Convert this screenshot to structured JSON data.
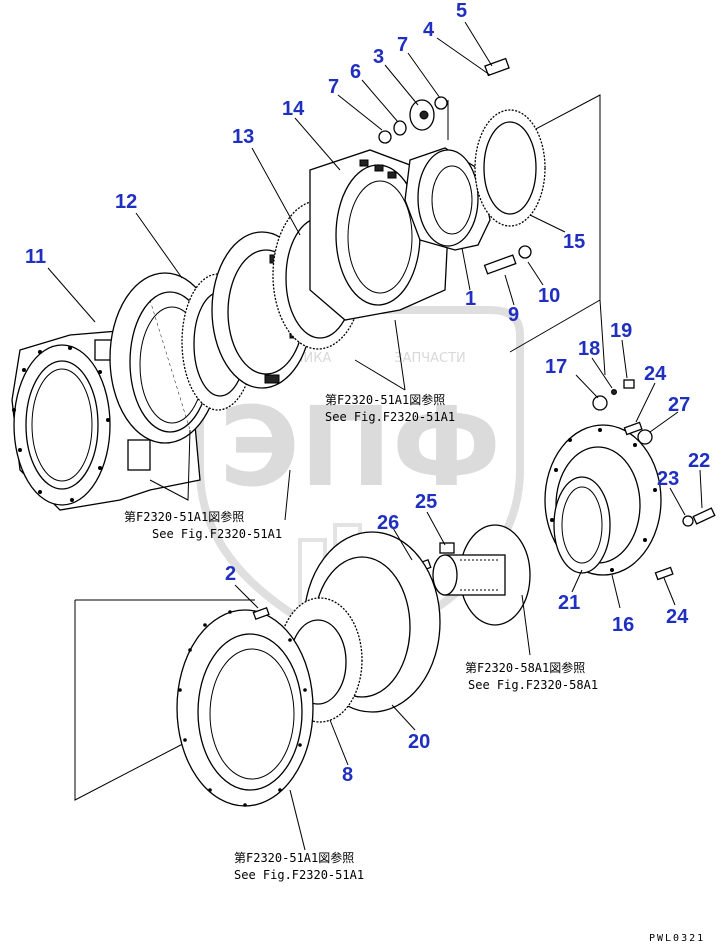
{
  "watermark": {
    "letters": "ЭПФ",
    "left": "ТЕХНИКА",
    "right": "ЗАПЧАСТИ"
  },
  "callouts": [
    {
      "id": "c5",
      "label": "5"
    },
    {
      "id": "c4",
      "label": "4"
    },
    {
      "id": "c7a",
      "label": "7"
    },
    {
      "id": "c3",
      "label": "3"
    },
    {
      "id": "c6",
      "label": "6"
    },
    {
      "id": "c7b",
      "label": "7"
    },
    {
      "id": "c14",
      "label": "14"
    },
    {
      "id": "c13",
      "label": "13"
    },
    {
      "id": "c12",
      "label": "12"
    },
    {
      "id": "c11",
      "label": "11"
    },
    {
      "id": "c15",
      "label": "15"
    },
    {
      "id": "c10",
      "label": "10"
    },
    {
      "id": "c1",
      "label": "1"
    },
    {
      "id": "c9",
      "label": "9"
    },
    {
      "id": "c19",
      "label": "19"
    },
    {
      "id": "c18",
      "label": "18"
    },
    {
      "id": "c17",
      "label": "17"
    },
    {
      "id": "c24a",
      "label": "24"
    },
    {
      "id": "c27",
      "label": "27"
    },
    {
      "id": "c22",
      "label": "22"
    },
    {
      "id": "c23",
      "label": "23"
    },
    {
      "id": "c25",
      "label": "25"
    },
    {
      "id": "c26",
      "label": "26"
    },
    {
      "id": "c2",
      "label": "2"
    },
    {
      "id": "c21",
      "label": "21"
    },
    {
      "id": "c16",
      "label": "16"
    },
    {
      "id": "c24b",
      "label": "24"
    },
    {
      "id": "c20",
      "label": "20"
    },
    {
      "id": "c8",
      "label": "8"
    }
  ],
  "references": [
    {
      "id": "r1",
      "jp": "第F2320-51A1図参照",
      "en": "See Fig.F2320-51A1"
    },
    {
      "id": "r2",
      "jp": "第F2320-51A1図参照",
      "en": "See Fig.F2320-51A1"
    },
    {
      "id": "r3",
      "jp": "第F2320-58A1図参照",
      "en": "See Fig.F2320-58A1"
    },
    {
      "id": "r4",
      "jp": "第F2320-51A1図参照",
      "en": "See Fig.F2320-51A1"
    }
  ],
  "drawing_code": "PWL0321",
  "colors": {
    "callout": "#1f2fbf",
    "line": "#000000",
    "watermark": "#d8d8d8"
  }
}
